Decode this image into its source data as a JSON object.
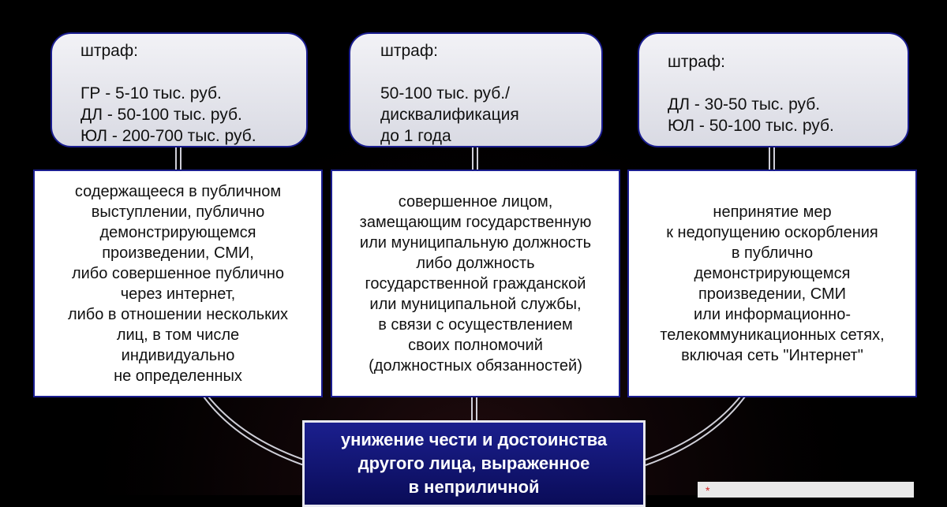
{
  "fines": [
    {
      "lines": [
        "штраф:",
        "",
        "ГР - 5-10 тыс. руб.",
        "ДЛ - 50-100 тыс. руб.",
        "ЮЛ - 200-700 тыс. руб."
      ]
    },
    {
      "lines": [
        "штраф:",
        "",
        "50-100 тыс. руб./",
        "дисквалификация",
        "до 1 года"
      ]
    },
    {
      "lines": [
        "штраф:",
        "",
        "ДЛ - 30-50 тыс. руб.",
        "ЮЛ - 50-100 тыс. руб."
      ]
    }
  ],
  "descriptions": [
    {
      "lines": [
        "содержащееся в публичном",
        "выступлении, публично",
        "демонстрирующемся",
        "произведении, СМИ,",
        "либо совершенное публично",
        "через интернет,",
        "либо в отношении нескольких",
        "лиц, в том числе",
        "индивидуально",
        "не определенных"
      ]
    },
    {
      "lines": [
        "совершенное лицом,",
        "замещающим государственную",
        "или муниципальную должность",
        "либо должность",
        "государственной гражданской",
        "или муниципальной службы,",
        "в связи с осуществлением",
        "своих полномочий",
        "(должностных обязанностей)"
      ]
    },
    {
      "lines": [
        "непринятие мер",
        "к недопущению оскорбления",
        "в публично",
        "демонстрирующемся",
        "произведении, СМИ",
        "или информационно-",
        "телекоммуникационных сетях,",
        "включая сеть \"Интернет\""
      ]
    }
  ],
  "center": {
    "lines": [
      "унижение чести и достоинства",
      "другого лица, выраженное",
      "в неприличной"
    ]
  },
  "note": {
    "mark": "*"
  },
  "colors": {
    "border": "#1a1d8f",
    "center_fill": "#1b1f8e",
    "background": "#000000"
  }
}
